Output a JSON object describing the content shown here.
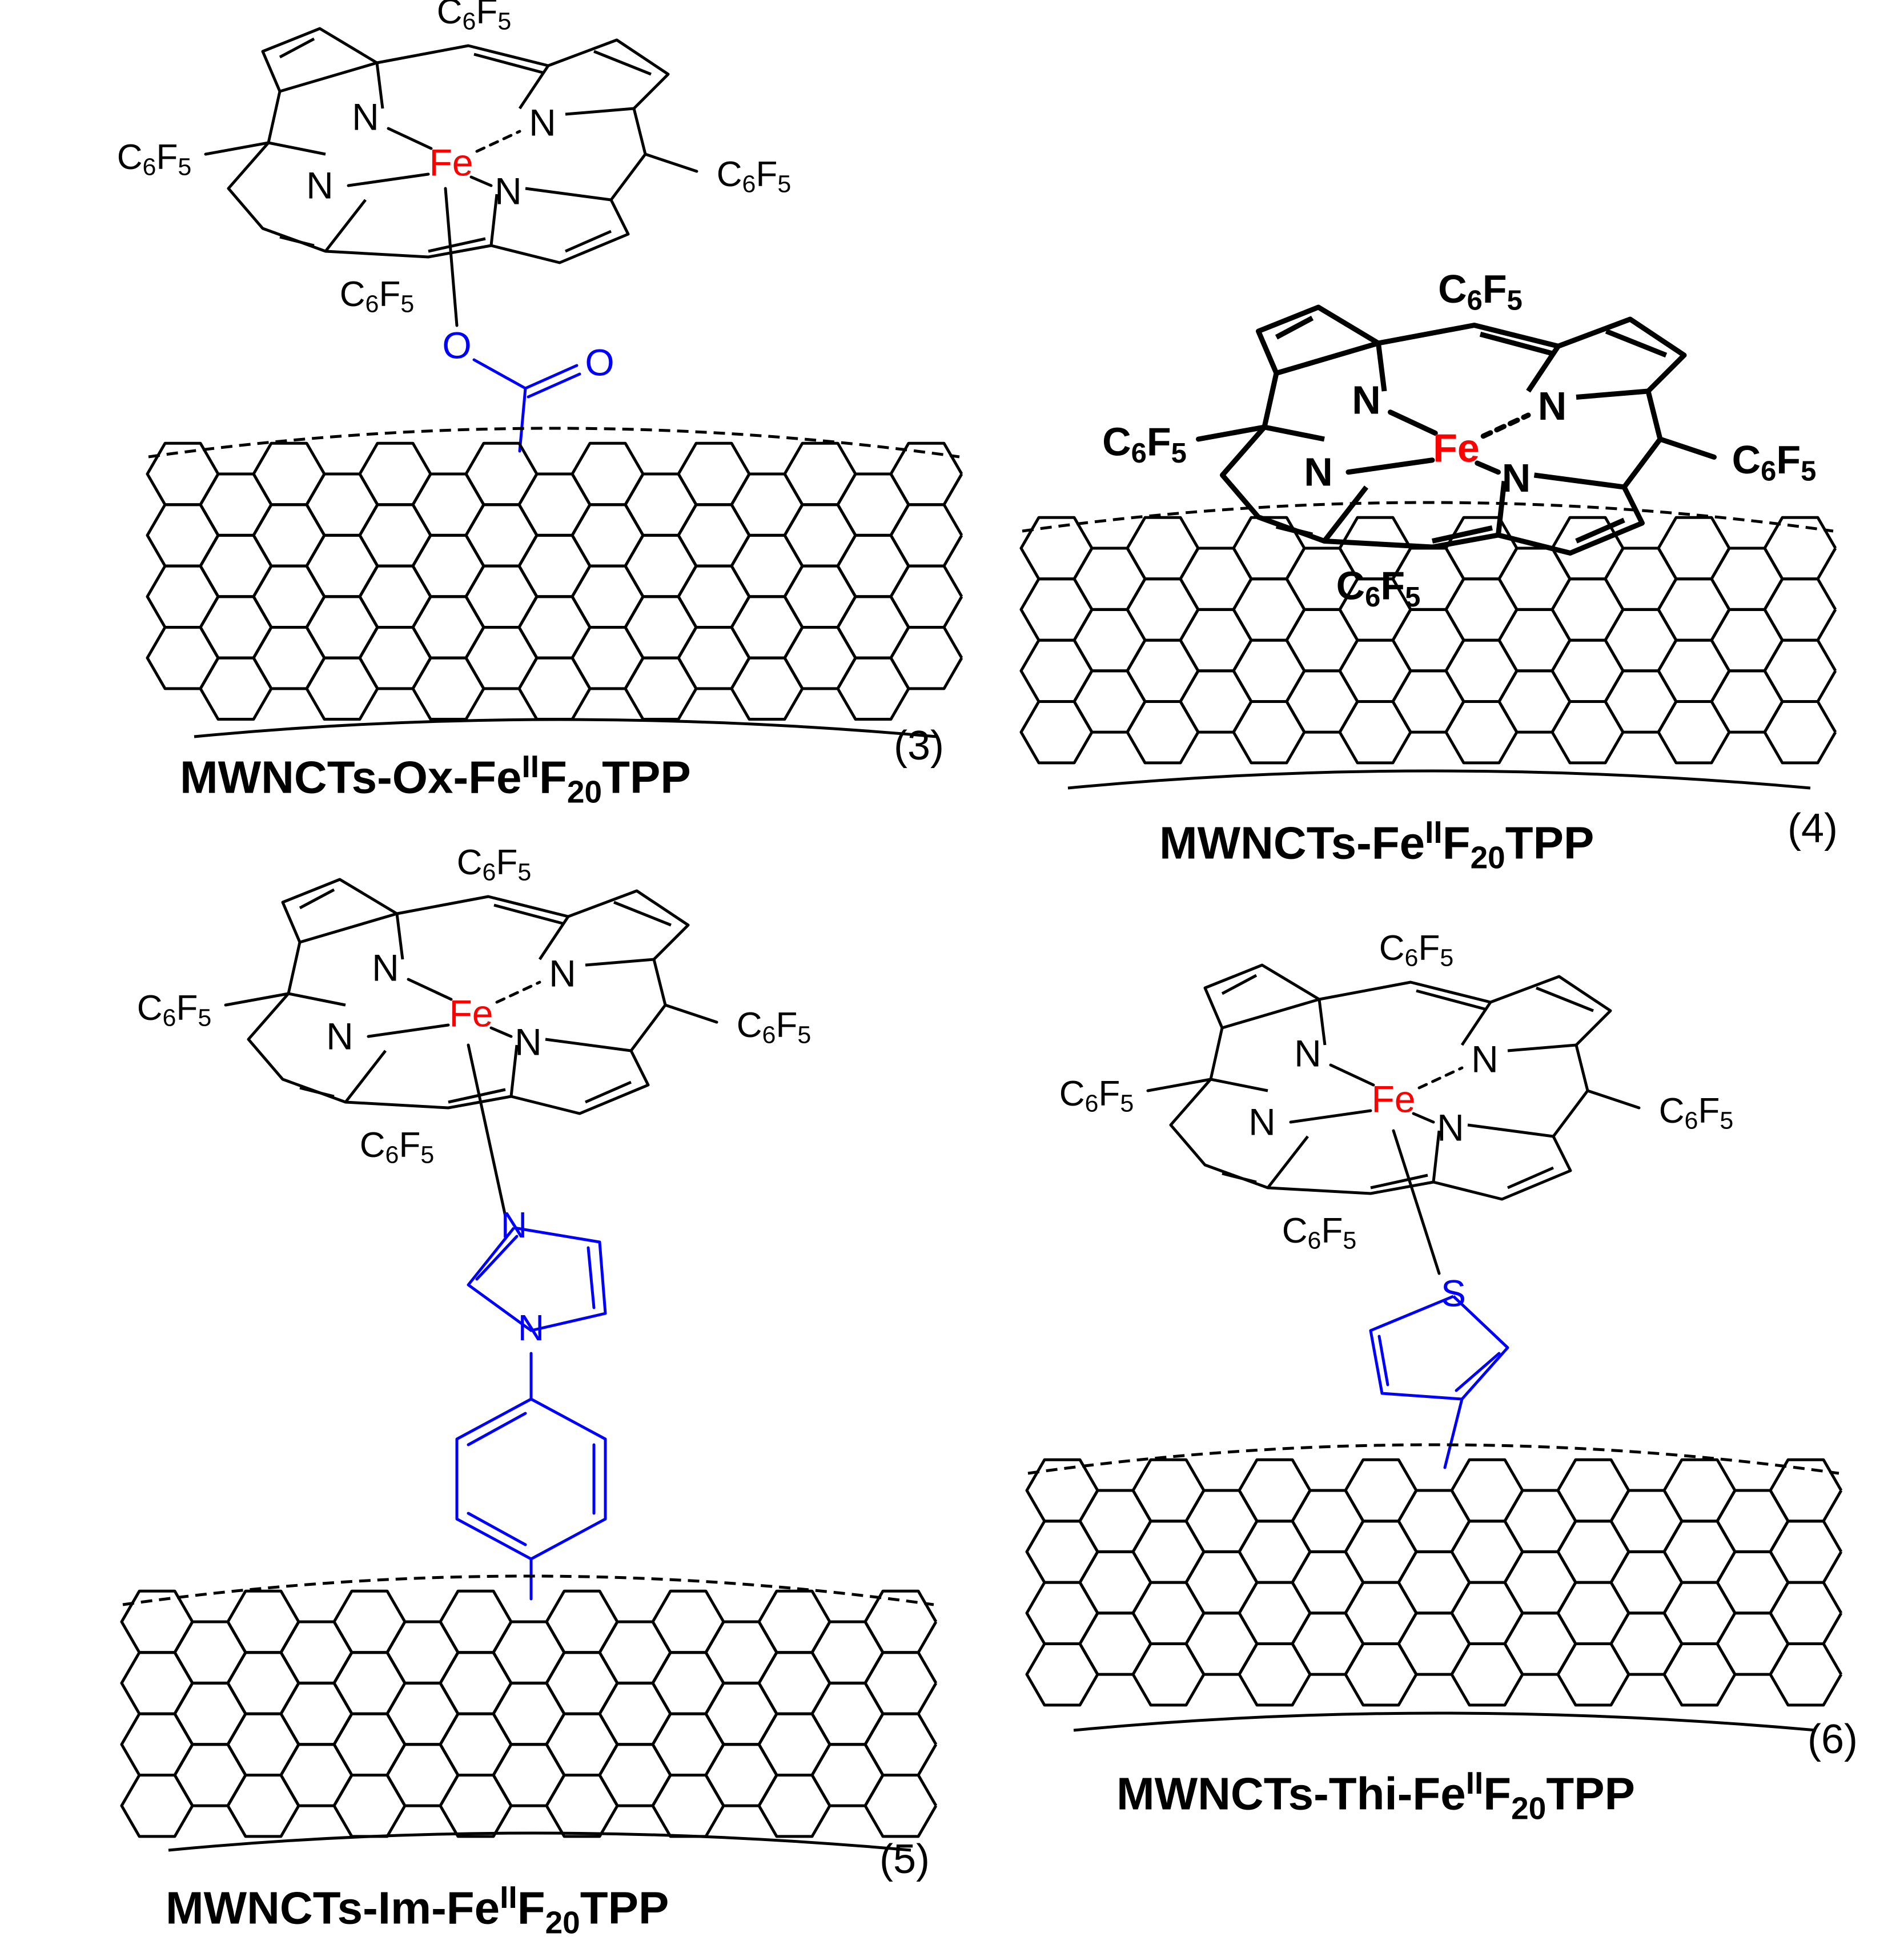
{
  "labels": {
    "metal": "Fe",
    "nitrogen": "N",
    "substituent_c": "C",
    "substituent_6": "6",
    "substituent_f": "F",
    "substituent_5": "5",
    "oxygen": "O",
    "sulfur": "S"
  },
  "colors": {
    "metal": "#ff0000",
    "linker": "#0000ff",
    "bond": "#000000"
  },
  "structures": [
    {
      "number": "(3)",
      "caption_prefix": "MWNCTs-Ox-Fe",
      "caption_sup": "II",
      "caption_f": "F",
      "caption_sub": "20",
      "caption_suffix": "TPP"
    },
    {
      "number": "(4)",
      "caption_prefix": "MWNCTs-Fe",
      "caption_sup": "II",
      "caption_f": "F",
      "caption_sub": "20",
      "caption_suffix": "TPP"
    },
    {
      "number": "(5)",
      "caption_prefix": "MWNCTs-Im-Fe",
      "caption_sup": "II",
      "caption_f": "F",
      "caption_sub": "20",
      "caption_suffix": "TPP"
    },
    {
      "number": "(6)",
      "caption_prefix": "MWNCTs-Thi-Fe",
      "caption_sup": "II",
      "caption_f": "F",
      "caption_sub": "20",
      "caption_suffix": "TPP"
    }
  ]
}
